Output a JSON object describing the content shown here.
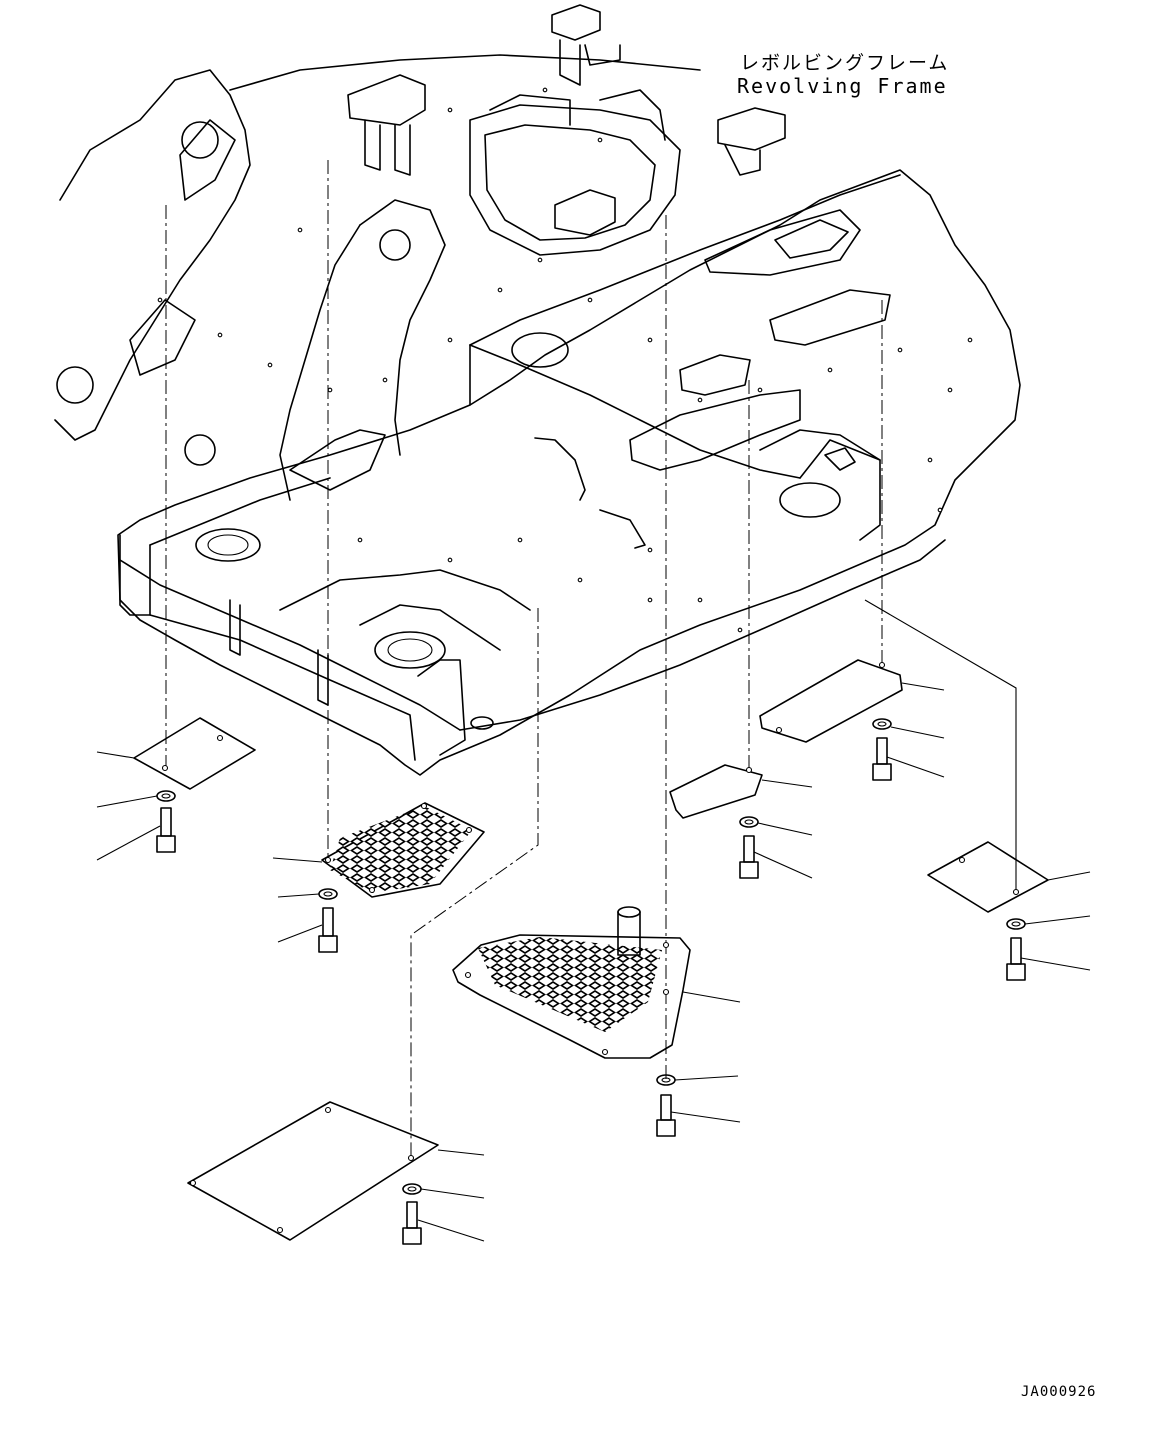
{
  "labels": {
    "title_jp": "レボルビングフレーム",
    "title_en": "Revolving Frame",
    "drawing_code": "JA000926"
  },
  "colors": {
    "ink": "#000000",
    "paper": "#ffffff"
  }
}
